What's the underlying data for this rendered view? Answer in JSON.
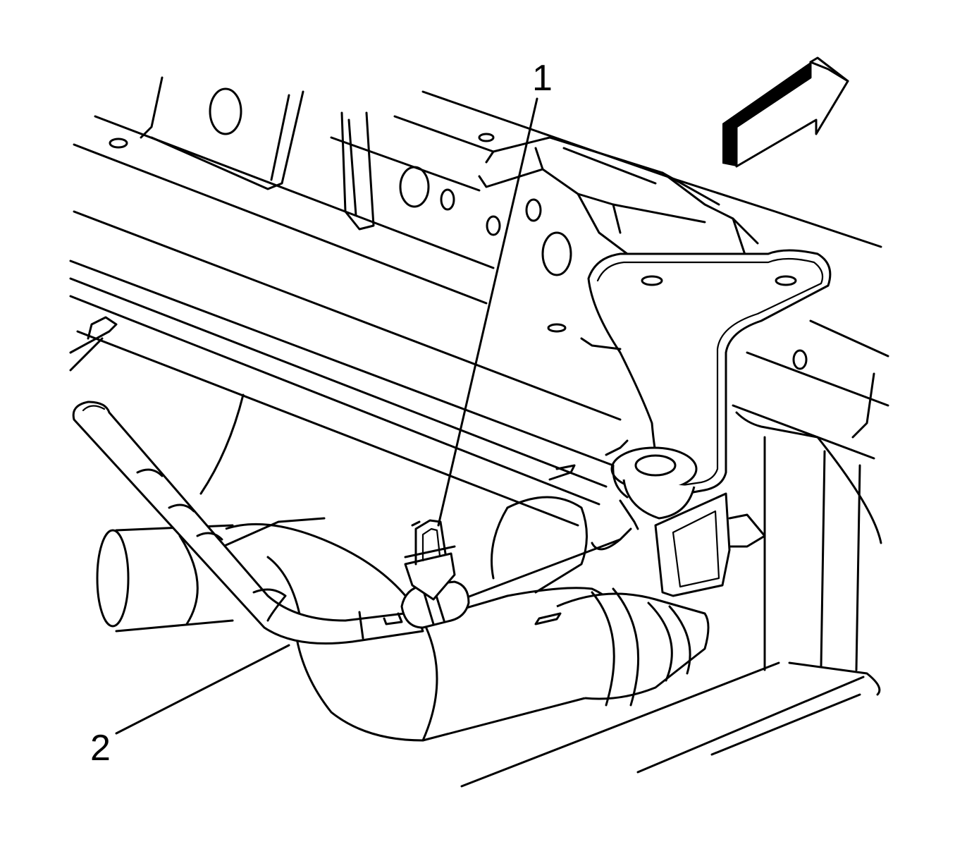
{
  "callouts": [
    {
      "id": "1",
      "label": "1"
    },
    {
      "id": "2",
      "label": "2"
    }
  ],
  "icons": {
    "direction_arrow": "direction-arrow-icon"
  },
  "colors": {
    "line": "#000000",
    "background": "#ffffff"
  }
}
